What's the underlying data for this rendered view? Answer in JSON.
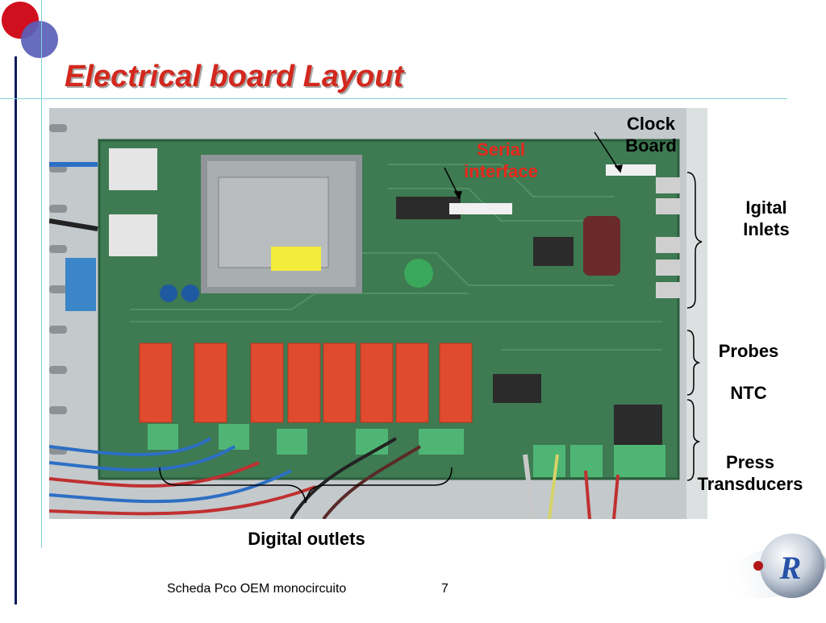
{
  "slide": {
    "title": "Electrical board Layout"
  },
  "labels": {
    "clock_board": [
      "Clock",
      "Board"
    ],
    "serial_interface": [
      "Serial",
      "interface"
    ],
    "digital_inlets": [
      "Igital",
      "Inlets"
    ],
    "probes": "Probes",
    "ntc": "NTC",
    "press_transducers": [
      "Press",
      "Transducers"
    ],
    "digital_outlets": "Digital outlets"
  },
  "footer": {
    "text": "Scheda Pco OEM monocircuito",
    "page": "7"
  },
  "logo": {
    "letter": "R"
  },
  "board": {
    "relay_count": 8
  },
  "colors": {
    "title": "#d2281e",
    "accent_red": "#e8261a",
    "rule": "#7fd3d8",
    "left_bar": "#0d1a5c",
    "pcb_green": "#3e7a52",
    "relay": "#e04a2e",
    "terminal": "#4fb574"
  }
}
